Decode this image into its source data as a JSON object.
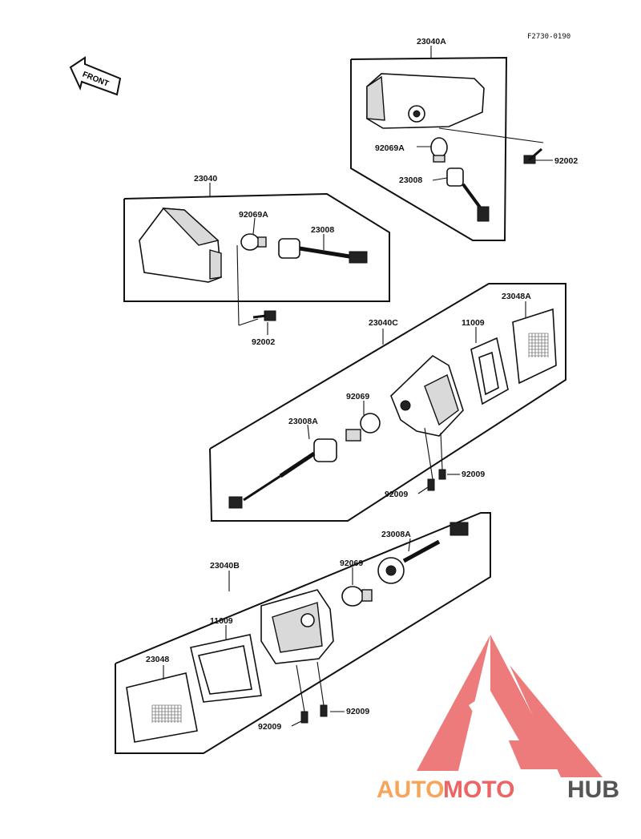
{
  "diagram": {
    "ref_code": "F2730-0190",
    "front_label": "FRONT",
    "labels": {
      "l_23040A": "23040A",
      "l_92069A_top": "92069A",
      "l_92002_top": "92002",
      "l_23008_top": "23008",
      "l_23040": "23040",
      "l_92069A_mid": "92069A",
      "l_23008_mid": "23008",
      "l_92002_mid": "92002",
      "l_23040C": "23040C",
      "l_11009_c": "11009",
      "l_23048A": "23048A",
      "l_92069_c": "92069",
      "l_23008A_c": "23008A",
      "l_92009_c1": "92009",
      "l_92009_c2": "92009",
      "l_23008A_b": "23008A",
      "l_23040B": "23040B",
      "l_92069_b": "92069",
      "l_11009_b": "11009",
      "l_23048": "23048",
      "l_92009_b1": "92009",
      "l_92009_b2": "92009"
    }
  },
  "watermark": {
    "part1": "AUTO",
    "part2": "MOTO",
    "part3": "HUB",
    "color_orange": "#f7a55a",
    "color_red": "#ec6464",
    "color_gray": "#555555"
  }
}
